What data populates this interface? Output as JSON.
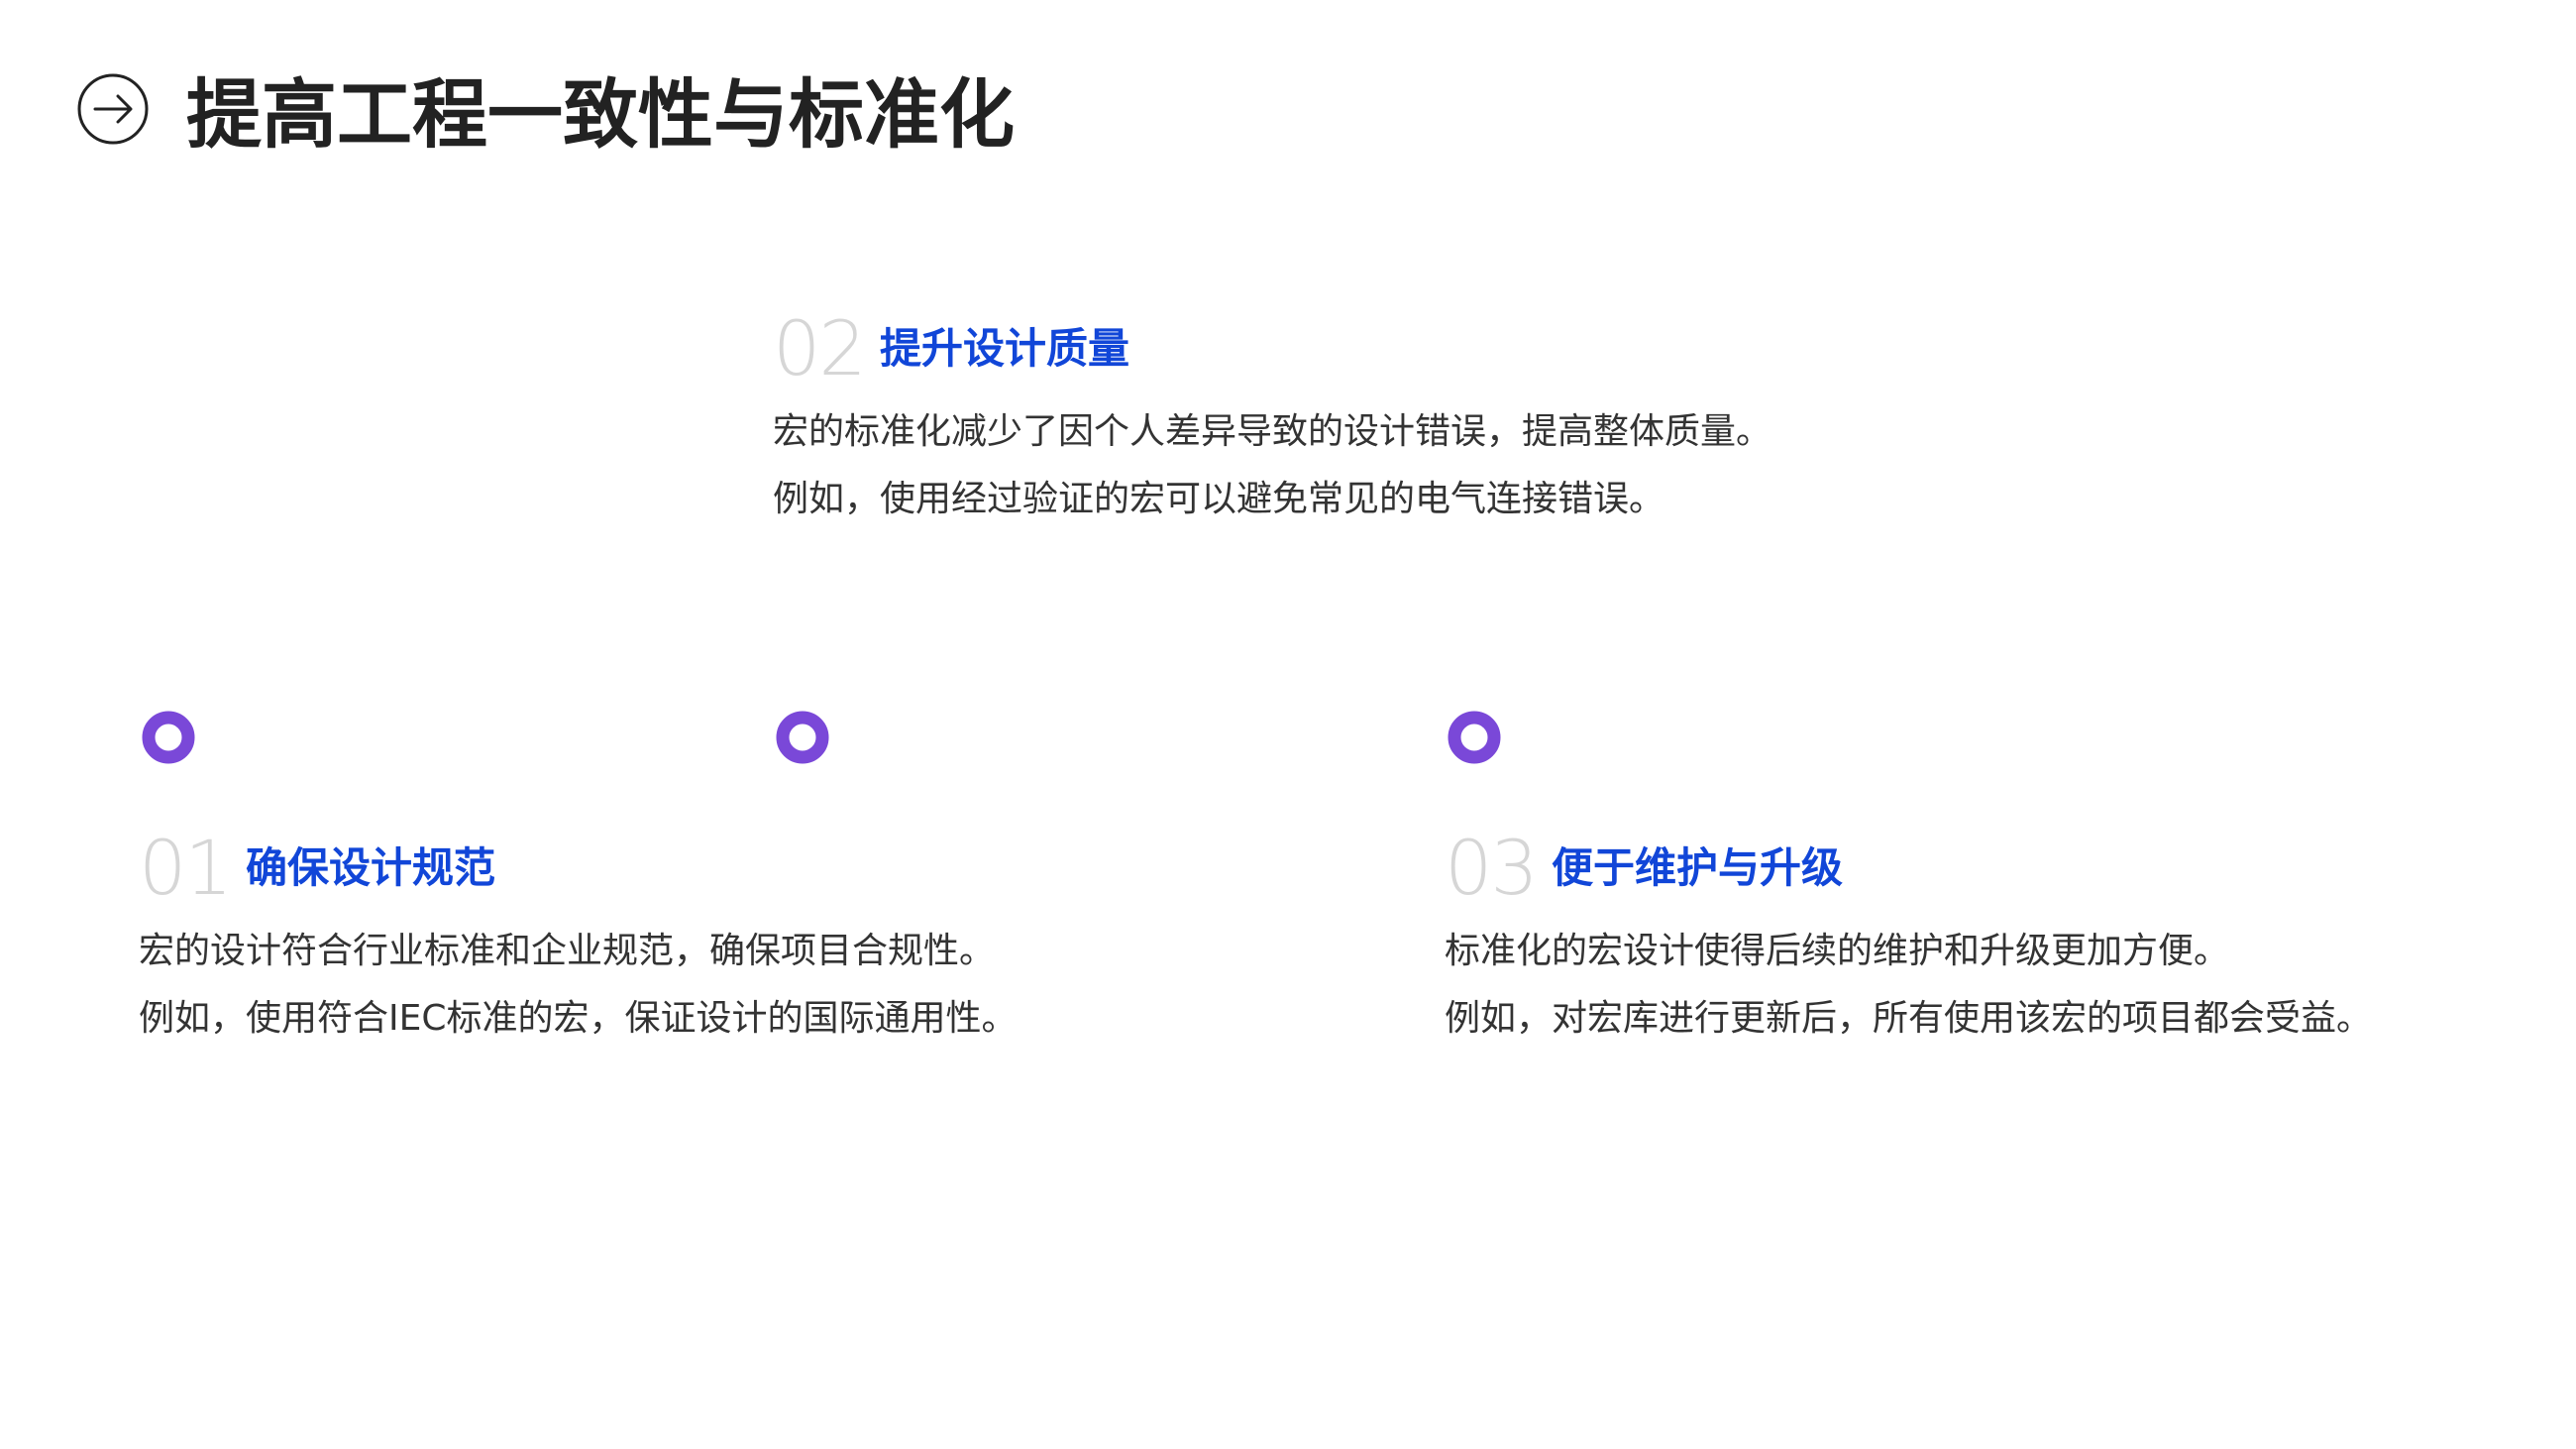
{
  "page": {
    "title": "提高工程一致性与标准化"
  },
  "header_icon": "arrow-right-circle-icon",
  "colors": {
    "accent": "#1146d8",
    "timeline_start": "#1a4ee0",
    "timeline_end": "#0b37b0",
    "node": "#7a48d8",
    "number": "#d6d6d6",
    "title_text": "#222222",
    "body_text": "#333333"
  },
  "milestones": [
    {
      "number": "01",
      "title": "确保设计规范",
      "lines": [
        "宏的设计符合行业标准和企业规范，确保项目合规性。",
        "例如，使用符合IEC标准的宏，保证设计的国际通用性。"
      ]
    },
    {
      "number": "02",
      "title": "提升设计质量",
      "lines": [
        "宏的标准化减少了因个人差异导致的设计错误，提高整体质量。",
        "例如，使用经过验证的宏可以避免常见的电气连接错误。"
      ]
    },
    {
      "number": "03",
      "title": "便于维护与升级",
      "lines": [
        "标准化的宏设计使得后续的维护和升级更加方便。",
        "例如，对宏库进行更新后，所有使用该宏的项目都会受益。"
      ]
    }
  ]
}
